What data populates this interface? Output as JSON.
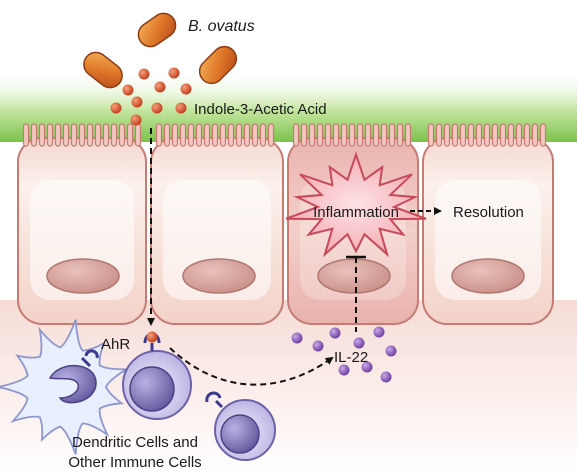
{
  "labels": {
    "bacterium": "B. ovatus",
    "metabolite": "Indole-3-Acetic Acid",
    "inflammation": "Inflammation",
    "resolution": "Resolution",
    "receptor": "AhR",
    "cytokine": "IL-22",
    "cells_line1": "Dendritic Cells and",
    "cells_line2": "Other Immune Cells"
  }
}
